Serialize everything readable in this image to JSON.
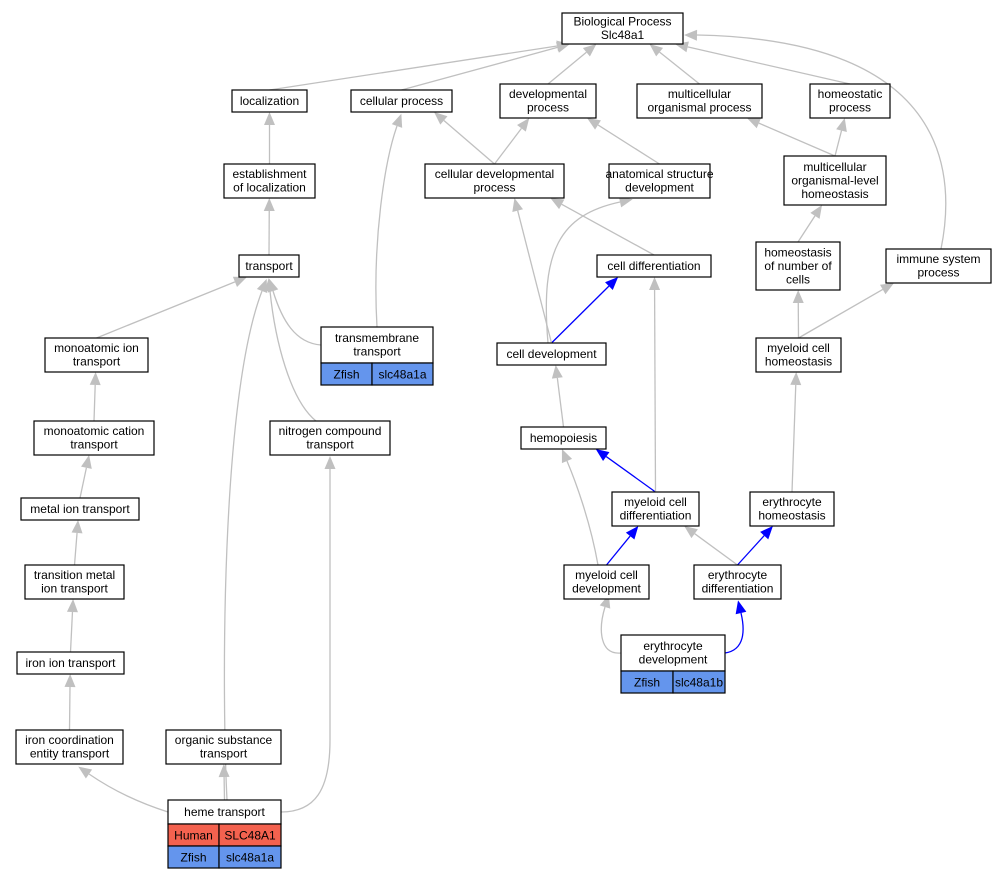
{
  "colors": {
    "edge_default": "#c0c0c0",
    "edge_highlight": "#0000ff",
    "human_cell": "#f4624f",
    "zfish_cell": "#6495ed",
    "node_fill": "#ffffff",
    "node_stroke": "#000000"
  },
  "nodes": [
    {
      "id": "bp",
      "lines": [
        "Biological Process",
        "Slc48a1"
      ]
    },
    {
      "id": "localization",
      "lines": [
        "localization"
      ]
    },
    {
      "id": "cellular_process",
      "lines": [
        "cellular process"
      ]
    },
    {
      "id": "dev_process",
      "lines": [
        "developmental",
        "process"
      ]
    },
    {
      "id": "multi_org",
      "lines": [
        "multicellular",
        "organismal process"
      ]
    },
    {
      "id": "homeostatic",
      "lines": [
        "homeostatic",
        "process"
      ]
    },
    {
      "id": "est_loc",
      "lines": [
        "establishment",
        "of localization"
      ]
    },
    {
      "id": "cell_dev_proc",
      "lines": [
        "cellular developmental",
        "process"
      ]
    },
    {
      "id": "anat_dev",
      "lines": [
        "anatomical structure",
        "development"
      ]
    },
    {
      "id": "org_homeo",
      "lines": [
        "multicellular",
        "organismal-level",
        "homeostasis"
      ]
    },
    {
      "id": "transport",
      "lines": [
        "transport"
      ]
    },
    {
      "id": "cell_diff",
      "lines": [
        "cell differentiation"
      ]
    },
    {
      "id": "homeo_num",
      "lines": [
        "homeostasis",
        "of number of",
        "cells"
      ]
    },
    {
      "id": "immune",
      "lines": [
        "immune system",
        "process"
      ]
    },
    {
      "id": "mono_ion",
      "lines": [
        "monoatomic ion",
        "transport"
      ]
    },
    {
      "id": "transmembrane",
      "lines": [
        "transmembrane",
        "transport"
      ],
      "rows": [
        [
          "Zfish",
          "slc48a1a"
        ]
      ]
    },
    {
      "id": "cell_development",
      "lines": [
        "cell development"
      ]
    },
    {
      "id": "myeloid_homeo",
      "lines": [
        "myeloid cell",
        "homeostasis"
      ]
    },
    {
      "id": "mono_cation",
      "lines": [
        "monoatomic cation",
        "transport"
      ]
    },
    {
      "id": "nitrogen",
      "lines": [
        "nitrogen compound",
        "transport"
      ]
    },
    {
      "id": "hemopoiesis",
      "lines": [
        "hemopoiesis"
      ]
    },
    {
      "id": "metal_ion",
      "lines": [
        "metal ion transport"
      ]
    },
    {
      "id": "myeloid_diff",
      "lines": [
        "myeloid cell",
        "differentiation"
      ]
    },
    {
      "id": "ery_homeo",
      "lines": [
        "erythrocyte",
        "homeostasis"
      ]
    },
    {
      "id": "trans_metal",
      "lines": [
        "transition metal",
        "ion transport"
      ]
    },
    {
      "id": "myeloid_dev",
      "lines": [
        "myeloid cell",
        "development"
      ]
    },
    {
      "id": "ery_diff",
      "lines": [
        "erythrocyte",
        "differentiation"
      ]
    },
    {
      "id": "iron_ion",
      "lines": [
        "iron ion transport"
      ]
    },
    {
      "id": "ery_dev",
      "lines": [
        "erythrocyte",
        "development"
      ],
      "rows": [
        [
          "Zfish",
          "slc48a1b"
        ]
      ]
    },
    {
      "id": "iron_coord",
      "lines": [
        "iron coordination",
        "entity transport"
      ]
    },
    {
      "id": "organic",
      "lines": [
        "organic substance",
        "transport"
      ]
    },
    {
      "id": "heme",
      "lines": [
        "heme transport"
      ],
      "rows": [
        [
          "Human",
          "SLC48A1"
        ],
        [
          "Zfish",
          "slc48a1a"
        ]
      ]
    }
  ],
  "edges": [
    {
      "from": "localization",
      "to": "bp"
    },
    {
      "from": "cellular_process",
      "to": "bp"
    },
    {
      "from": "dev_process",
      "to": "bp"
    },
    {
      "from": "multi_org",
      "to": "bp"
    },
    {
      "from": "homeostatic",
      "to": "bp"
    },
    {
      "from": "immune",
      "to": "bp"
    },
    {
      "from": "est_loc",
      "to": "localization"
    },
    {
      "from": "transport",
      "to": "est_loc"
    },
    {
      "from": "cell_dev_proc",
      "to": "cellular_process"
    },
    {
      "from": "cell_dev_proc",
      "to": "dev_process"
    },
    {
      "from": "anat_dev",
      "to": "dev_process"
    },
    {
      "from": "org_homeo",
      "to": "multi_org"
    },
    {
      "from": "org_homeo",
      "to": "homeostatic"
    },
    {
      "from": "homeo_num",
      "to": "org_homeo"
    },
    {
      "from": "myeloid_homeo",
      "to": "homeo_num"
    },
    {
      "from": "myeloid_homeo",
      "to": "immune"
    },
    {
      "from": "cell_diff",
      "to": "cell_dev_proc"
    },
    {
      "from": "cell_development",
      "to": "cell_diff",
      "highlight": true
    },
    {
      "from": "cell_development",
      "to": "cell_dev_proc"
    },
    {
      "from": "cell_development",
      "to": "anat_dev"
    },
    {
      "from": "hemopoiesis",
      "to": "cell_development"
    },
    {
      "from": "myeloid_diff",
      "to": "hemopoiesis",
      "highlight": true
    },
    {
      "from": "myeloid_diff",
      "to": "cell_diff"
    },
    {
      "from": "myeloid_dev",
      "to": "myeloid_diff",
      "highlight": true
    },
    {
      "from": "myeloid_dev",
      "to": "hemopoiesis"
    },
    {
      "from": "ery_diff",
      "to": "myeloid_diff"
    },
    {
      "from": "ery_diff",
      "to": "ery_homeo",
      "highlight": true
    },
    {
      "from": "ery_homeo",
      "to": "myeloid_homeo"
    },
    {
      "from": "ery_dev",
      "to": "myeloid_dev"
    },
    {
      "from": "ery_dev",
      "to": "ery_diff",
      "highlight": true
    },
    {
      "from": "transmembrane",
      "to": "transport"
    },
    {
      "from": "transmembrane",
      "to": "cellular_process"
    },
    {
      "from": "mono_ion",
      "to": "transport"
    },
    {
      "from": "mono_cation",
      "to": "mono_ion"
    },
    {
      "from": "metal_ion",
      "to": "mono_cation"
    },
    {
      "from": "trans_metal",
      "to": "metal_ion"
    },
    {
      "from": "iron_ion",
      "to": "trans_metal"
    },
    {
      "from": "iron_coord",
      "to": "iron_ion"
    },
    {
      "from": "nitrogen",
      "to": "transport"
    },
    {
      "from": "heme",
      "to": "iron_coord"
    },
    {
      "from": "heme",
      "to": "organic"
    },
    {
      "from": "heme",
      "to": "nitrogen"
    },
    {
      "from": "heme",
      "to": "transport"
    }
  ]
}
